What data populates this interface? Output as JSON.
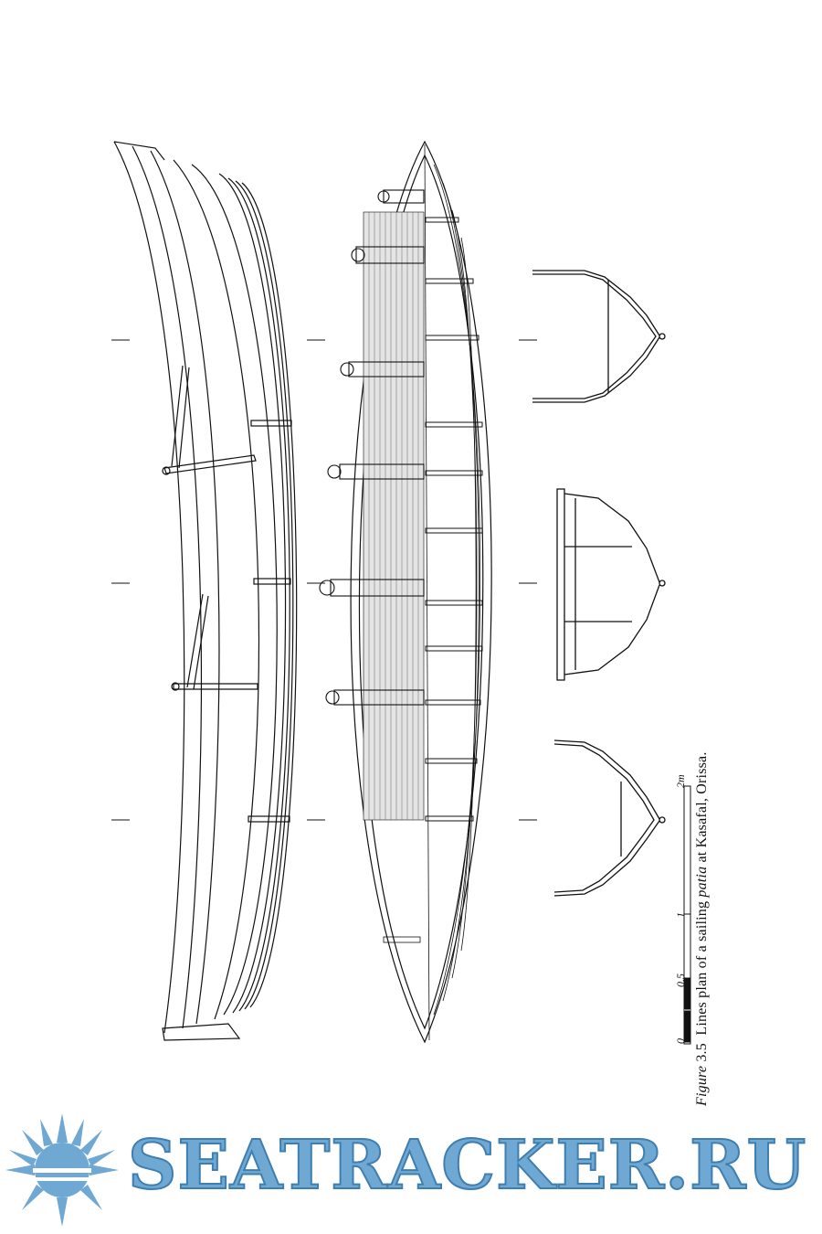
{
  "figure": {
    "label": "Figure",
    "number": "3.5",
    "text_before": "Lines plan of a sailing",
    "boat_word": "patia",
    "text_after": "at Kasafal, Orissa."
  },
  "scale": {
    "ticks": [
      "0",
      "0.5",
      "1",
      "2m"
    ]
  },
  "watermark": {
    "text": "SEATRACKER.RU",
    "icon": "sun-logo-icon",
    "color": "#6ea8d3"
  }
}
